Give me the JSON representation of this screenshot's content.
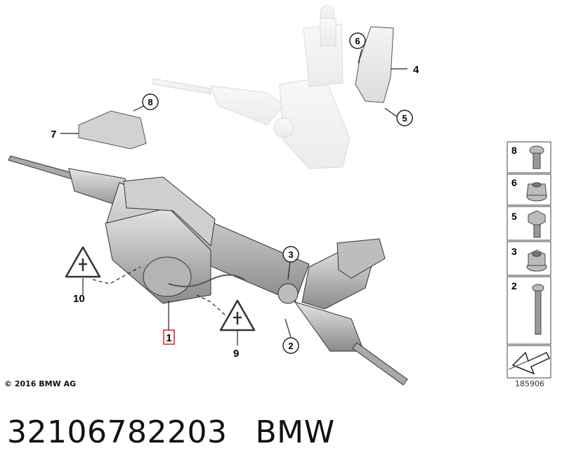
{
  "colors": {
    "accent_highlight": "#e02020",
    "part_fill": "#c8c8c8",
    "ghost_fill": "#e9e9e9",
    "line": "#222222"
  },
  "callouts": {
    "c1": "1",
    "c2": "2",
    "c3": "3",
    "c4": "4",
    "c5": "5",
    "c6": "6",
    "c7": "7",
    "c8": "8",
    "c9": "9",
    "c10": "10"
  },
  "legend": {
    "items": [
      {
        "label": "8",
        "icon": "torx-bolt-icon"
      },
      {
        "label": "6",
        "icon": "flange-nut-icon"
      },
      {
        "label": "5",
        "icon": "hex-bolt-icon"
      },
      {
        "label": "3",
        "icon": "self-locking-nut-icon"
      },
      {
        "label": "2",
        "icon": "long-bolt-icon"
      }
    ],
    "arrow_icon": "direction-arrow-icon"
  },
  "copyright": "© 2016 BMW AG",
  "diagram_id": "185906",
  "footer": {
    "part_number": "32106782203",
    "brand": "BMW"
  }
}
